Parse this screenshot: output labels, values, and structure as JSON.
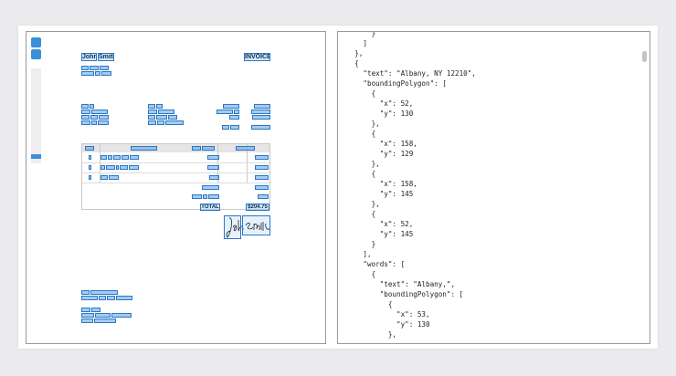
{
  "invoice": {
    "name_first": "John",
    "name_last": "Smith",
    "title": "INVOICE",
    "total_label": "TOTAL",
    "total_value": "$204.75",
    "signature_name": "John Smith"
  },
  "json_view": {
    "lines": [
      "        }",
      "      ]",
      "    },",
      "    {",
      "      \"text\": \"Albany, NY 12210\",",
      "      \"boundingPolygon\": [",
      "        {",
      "          \"x\": 52,",
      "          \"y\": 130",
      "        },",
      "        {",
      "          \"x\": 158,",
      "          \"y\": 129",
      "        },",
      "        {",
      "          \"x\": 158,",
      "          \"y\": 145",
      "        },",
      "        {",
      "          \"x\": 52,",
      "          \"y\": 145",
      "        }",
      "      ],",
      "      \"words\": [",
      "        {",
      "          \"text\": \"Albany,\",",
      "          \"boundingPolygon\": [",
      "            {",
      "              \"x\": 53,",
      "              \"y\": 130",
      "            },"
    ]
  }
}
